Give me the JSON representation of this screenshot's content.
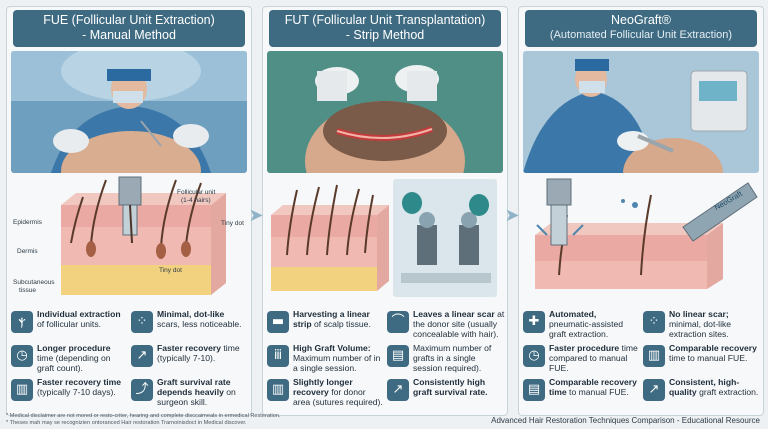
{
  "panels": [
    {
      "title": "FUE (Follicular Unit Extraction)",
      "subtitle": "- Manual Method",
      "labels": {
        "follicular_unit": "Follicular unit",
        "follicular_unit_hairs": "(1-4 hairs)",
        "tiny_dot_1": "Tiny dot",
        "epidermis": "Epidermis",
        "dermis": "Dermis",
        "subcutaneous": "Subcutaneous",
        "tissue": "tissue",
        "tiny_dot_2": "Tiny dot"
      },
      "features": [
        {
          "icon": "hair-follicle-icon",
          "bold": "Individual extraction",
          "text": " of follicular units."
        },
        {
          "icon": "dots-icon",
          "bold": "Minimal, dot-like",
          "text": " scars, less noticeable."
        },
        {
          "icon": "clock-icon",
          "bold": "Longer procedure",
          "text": " time (depending on graft count)."
        },
        {
          "icon": "growth-chart-icon",
          "bold": "Faster recovery",
          "text": " time (typically 7-10)."
        },
        {
          "icon": "chart-check-icon",
          "bold": "Faster recovery time",
          "text": " (typically 7-10 days)."
        },
        {
          "icon": "growth-graph-icon",
          "bold": "Graft survival rate depends heavily",
          "text": " on surgeon skill."
        }
      ]
    },
    {
      "title": "FUT (Follicular Unit Transplantation)",
      "subtitle": "- Strip Method",
      "features": [
        {
          "icon": "strip-icon",
          "bold": "Harvesting a linear strip",
          "text": " of scalp tissue."
        },
        {
          "icon": "scar-icon",
          "bold": "Leaves a linear scar",
          "text": " at the donor site (usually concealable with hair)."
        },
        {
          "icon": "hair-count-icon",
          "bold": "High Graft Volume:",
          "text": " Maximum number of in a single session."
        },
        {
          "icon": "grafts-icon",
          "bold": "",
          "text": "Maximum number of grafts in a single session required)."
        },
        {
          "icon": "recovery-chart-icon",
          "bold": "Slightly longer recovery",
          "text": " for donor area (sutures required)."
        },
        {
          "icon": "survival-chart-icon",
          "bold": "Consistently high graft survival rate.",
          "text": ""
        }
      ]
    },
    {
      "title": "NeoGraft®",
      "subtitle": "(Automated Follicular Unit Extraction)",
      "device_label": "NeoGraft",
      "features": [
        {
          "icon": "device-icon",
          "bold": "Automated,",
          "text": " pneumatic-assisted graft extraction."
        },
        {
          "icon": "no-scar-icon",
          "bold": "No linear scar;",
          "text": " minimal, dot-like extraction sites."
        },
        {
          "icon": "timer-icon",
          "bold": "Faster procedure",
          "text": " time compared to manual FUE."
        },
        {
          "icon": "recovery-bars-icon",
          "bold": "Comparable recovery",
          "text": " time to manual FUE."
        },
        {
          "icon": "comparable-chart-icon",
          "bold": "Comparable recovery time",
          "text": " to manual FUE."
        },
        {
          "icon": "quality-chart-icon",
          "bold": "Consistent, high-quality",
          "text": " graft extraction."
        }
      ]
    }
  ],
  "footer": {
    "line1": "* Medical disclaimer are not mored or resto-criter, hearing and complete disccaimeals in ermedical Resteration.",
    "line2": "* Theses mah may se recognizien ontoranced Hair restoration Trarnoinisdoct in Medical discover.",
    "right": "Advanced Hair Restoration Techniques Comparison - Educational Resource"
  }
}
